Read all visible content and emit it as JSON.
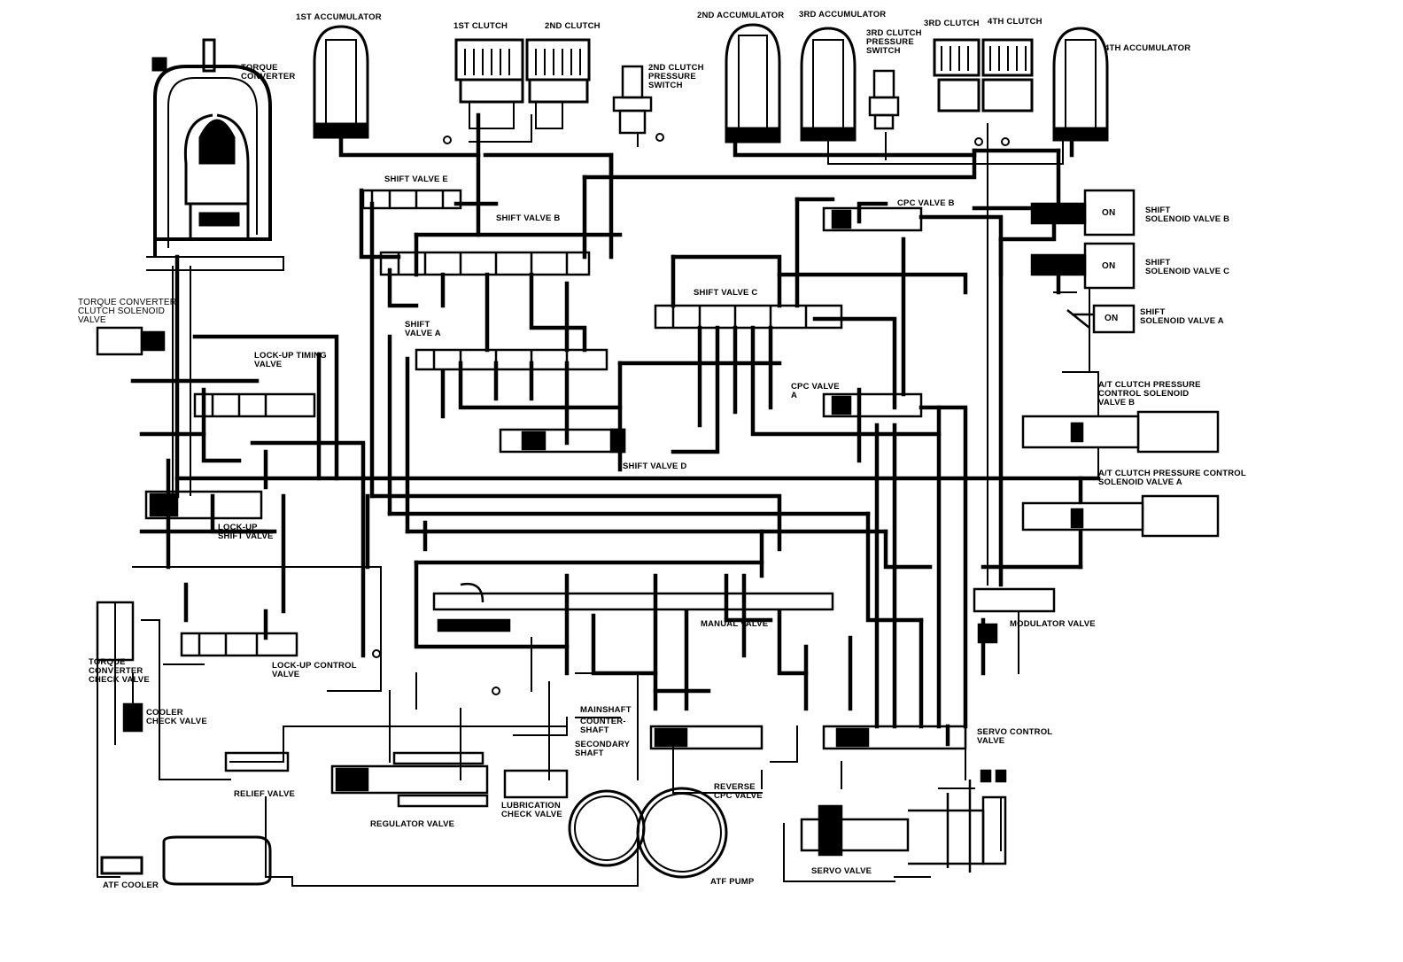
{
  "labels": {
    "accumulator_1st": "1ST ACCUMULATOR",
    "clutch_1st": "1ST CLUTCH",
    "clutch_2nd": "2ND CLUTCH",
    "clutch2_pressure_switch": "2ND CLUTCH\nPRESSURE\nSWITCH",
    "accumulator_2nd": "2ND ACCUMULATOR",
    "accumulator_3rd": "3RD ACCUMULATOR",
    "clutch3_pressure_switch": "3RD CLUTCH\nPRESSURE\nSWITCH",
    "clutch_3rd": "3RD CLUTCH",
    "clutch_4th": "4TH CLUTCH",
    "accumulator_4th": "4TH ACCUMULATOR",
    "torque_converter": "TORQUE\nCONVERTER",
    "shift_valve_e": "SHIFT VALVE E",
    "shift_valve_b": "SHIFT VALVE B",
    "cpc_valve_b": "CPC VALVE B",
    "shift_solenoid_b": "SHIFT\nSOLENOID VALVE B",
    "shift_solenoid_c": "SHIFT\nSOLENOID VALVE C",
    "tcc_solenoid": "TORQUE CONVERTER\nCLUTCH SOLENOID\nVALVE",
    "shift_valve_c": "SHIFT VALVE C",
    "shift_solenoid_a": "SHIFT\nSOLENOID VALVE A",
    "shift_valve_a": "SHIFT\nVALVE A",
    "lockup_timing": "LOCK-UP TIMING\nVALVE",
    "cpc_valve_a": "CPC VALVE\nA",
    "at_pc_solenoid_b": "A/T CLUTCH PRESSURE\nCONTROL SOLENOID\nVALVE B",
    "shift_valve_d": "SHIFT VALVE D",
    "at_pc_solenoid_a": "A/T CLUTCH PRESSURE CONTROL\nSOLENOID VALVE A",
    "lockup_shift": "LOCK-UP\nSHIFT VALVE",
    "manual_valve": "MANUAL VALVE",
    "modulator_valve": "MODULATOR VALVE",
    "tc_check_valve": "TORQUE\nCONVERTER\nCHECK VALVE",
    "lockup_control": "LOCK-UP CONTROL\nVALVE",
    "cooler_check": "COOLER\nCHECK VALVE",
    "mainshaft": "MAINSHAFT",
    "countershaft": "COUNTER-\nSHAFT",
    "secondary_shaft": "SECONDARY\nSHAFT",
    "servo_control": "SERVO CONTROL\nVALVE",
    "relief_valve": "RELIEF VALVE",
    "reverse_cpc": "REVERSE\nCPC VALVE",
    "regulator_valve": "REGULATOR VALVE",
    "lubrication_check": "LUBRICATION\nCHECK VALVE",
    "servo_valve": "SERVO VALVE",
    "atf_pump": "ATF PUMP",
    "atf_cooler": "ATF COOLER",
    "on": "ON"
  },
  "icons": [
    "solenoid-icon",
    "accumulator-icon",
    "clutch-icon",
    "pressure-switch-icon",
    "spool-valve-icon",
    "pump-gear-icon",
    "cooler-icon"
  ]
}
